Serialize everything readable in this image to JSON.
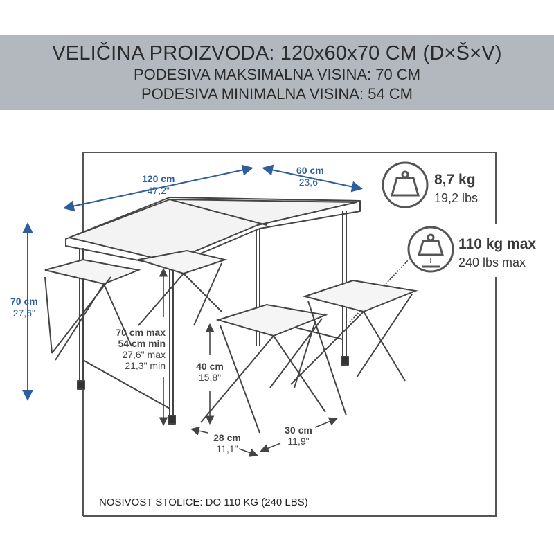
{
  "header": {
    "title": "VELIČINA PROIZVODA: 120x60x70 CM (D×Š×V)",
    "max_height": "PODESIVA MAKSIMALNA VISINA: 70 CM",
    "min_height": "PODESIVA MINIMALNA VISINA: 54 CM"
  },
  "dimensions": {
    "length_cm": "120 cm",
    "length_in": "47,2\"",
    "width_cm": "60 cm",
    "width_in": "23,6\"",
    "height_cm": "70 cm",
    "height_in": "27,6\"",
    "adj_max_cm": "70 cm max",
    "adj_min_cm": "54 cm min",
    "adj_max_in": "27,6\" max",
    "adj_min_in": "21,3\" min",
    "stool_height_cm": "40 cm",
    "stool_height_in": "15,8\"",
    "stool_depth_cm": "28 cm",
    "stool_depth_in": "11,1\"",
    "stool_width_cm": "30 cm",
    "stool_width_in": "11,9\""
  },
  "weight": {
    "kg": "8,7 kg",
    "lbs": "19,2 lbs",
    "icon": "weight-icon"
  },
  "load": {
    "kg": "110 kg max",
    "lbs": "240 lbs max",
    "icon": "load-weight-icon"
  },
  "footer": "NOSIVOST STOLICE: DO 110 KG (240 LBS)",
  "colors": {
    "arrow": "#2e5f9c",
    "banner": "#b3b8bf",
    "line": "#444444"
  }
}
